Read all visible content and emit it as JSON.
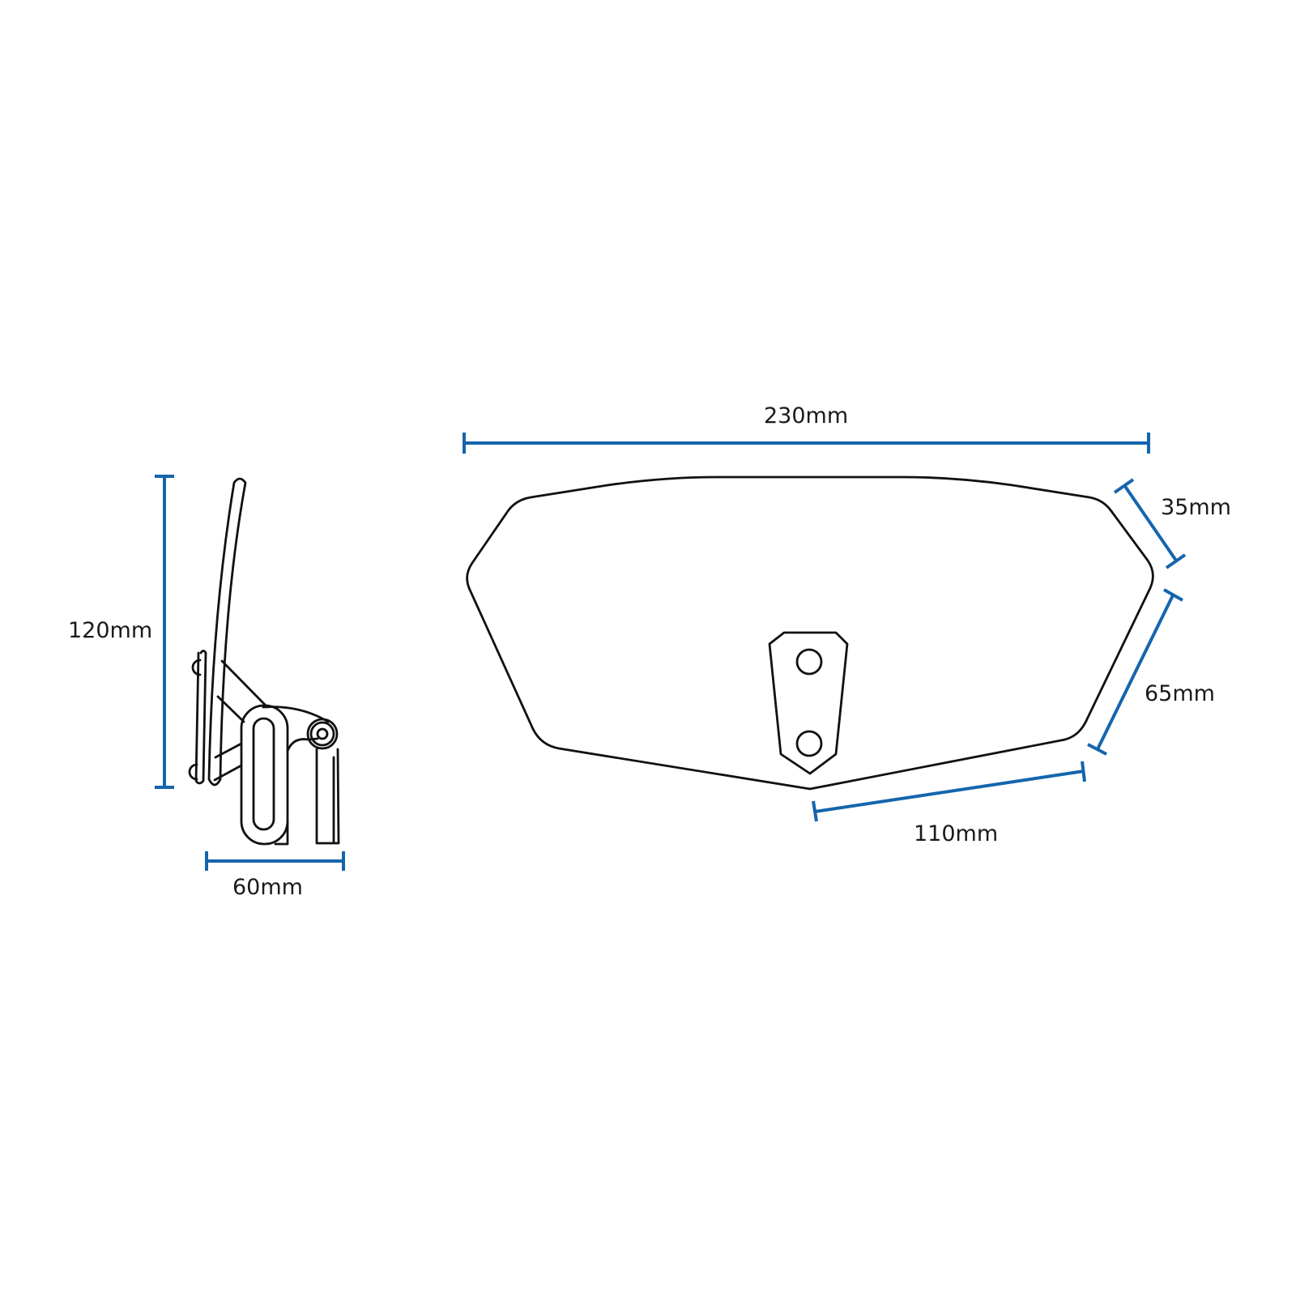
{
  "diagram": {
    "title": "",
    "colors": {
      "outline": "#111111",
      "dimension": "#1565ad",
      "background": "#ffffff"
    },
    "side_view": {
      "height_label": "120mm",
      "width_label": "60mm"
    },
    "front_view": {
      "width_label": "230mm",
      "upper_edge_label": "35mm",
      "lower_edge_label": "65mm",
      "bottom_edge_label": "110mm"
    }
  }
}
